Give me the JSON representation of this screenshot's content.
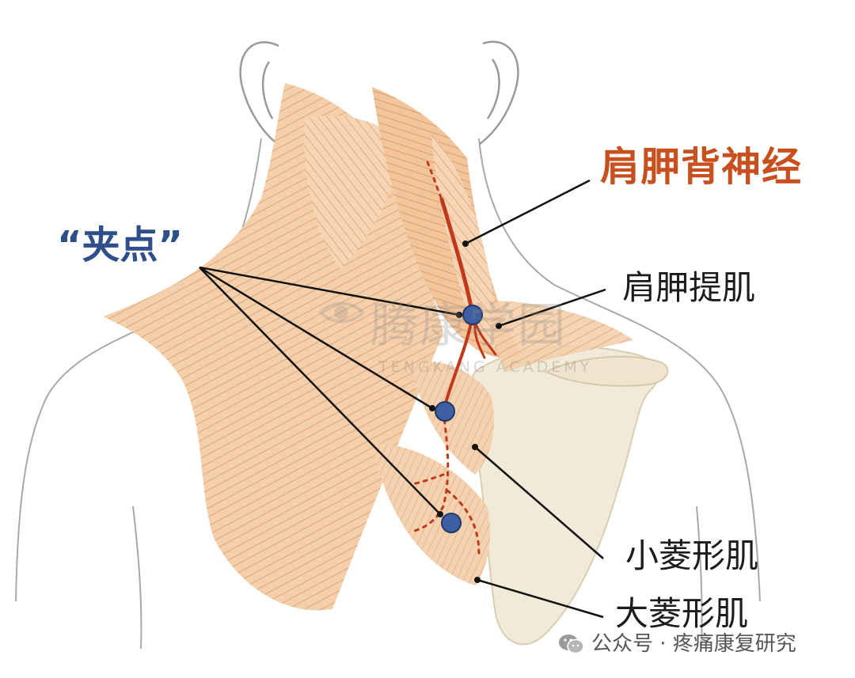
{
  "title": "肩胛背神经",
  "pinch_points_label": "“夹点”",
  "muscles": {
    "levator": "肩胛提肌",
    "minor": "小菱形肌",
    "major": "大菱形肌"
  },
  "watermark": {
    "chinese": "腾康学园",
    "english": "TENGKANG ACADEMY"
  },
  "footer": {
    "icon": "wechat-icon",
    "text": "公众号 · 疼痛康复研究"
  },
  "colors": {
    "title": "#c8501f",
    "pinch_label": "#2f4f8a",
    "nerve": "#c0391b",
    "pinch_dot": "#3f5fa3",
    "muscle": "#f0c49c",
    "bone": "#f2ead8"
  }
}
